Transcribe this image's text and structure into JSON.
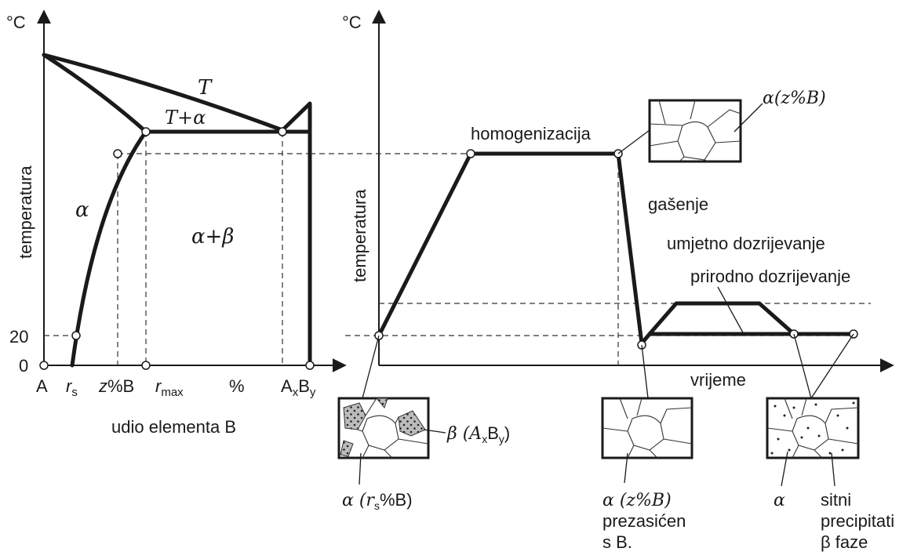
{
  "left_diagram": {
    "y_unit": "°C",
    "y_label": "temperatura",
    "y_tick_20": "20",
    "y_tick_0": "0",
    "x_tick_A": "A",
    "x_tick_rs": "r",
    "x_tick_rs_sub": "s",
    "x_tick_z": "z",
    "x_tick_z_rest": "%B",
    "x_tick_rmax": "r",
    "x_tick_rmax_sub": "max",
    "x_tick_pct": "%",
    "x_tick_AxBy_A": "A",
    "x_tick_AxBy_x": "x",
    "x_tick_AxBy_B": "B",
    "x_tick_AxBy_y": "y",
    "x_label": "udio elementa B",
    "region_T": "T",
    "region_T_alpha": "T+α",
    "region_alpha": "α",
    "region_alpha_beta": "α+β"
  },
  "right_diagram": {
    "y_unit": "°C",
    "y_label": "temperatura",
    "x_label": "vrijeme",
    "step_homogenizacija": "homogenizacija",
    "step_gasenje": "gašenje",
    "step_umjetno": "umjetno dozrijevanje",
    "step_prirodno": "prirodno dozrijevanje",
    "micro_top_label": "α(z%B)",
    "micro1_label_a": "β (A",
    "micro1_label_x": "x",
    "micro1_label_b": "B",
    "micro1_label_y": "y",
    "micro1_label_c": ")",
    "micro1_bottom_a": "α (r",
    "micro1_bottom_s": "s",
    "micro1_bottom_b": "%B)",
    "micro2_line1": "α (z%B)",
    "micro2_line2": "prezasićen",
    "micro2_line3": "s B.",
    "micro3_alpha": "α",
    "micro3_line1": "sitni",
    "micro3_line2": "precipitati",
    "micro3_line3": "β faze"
  }
}
